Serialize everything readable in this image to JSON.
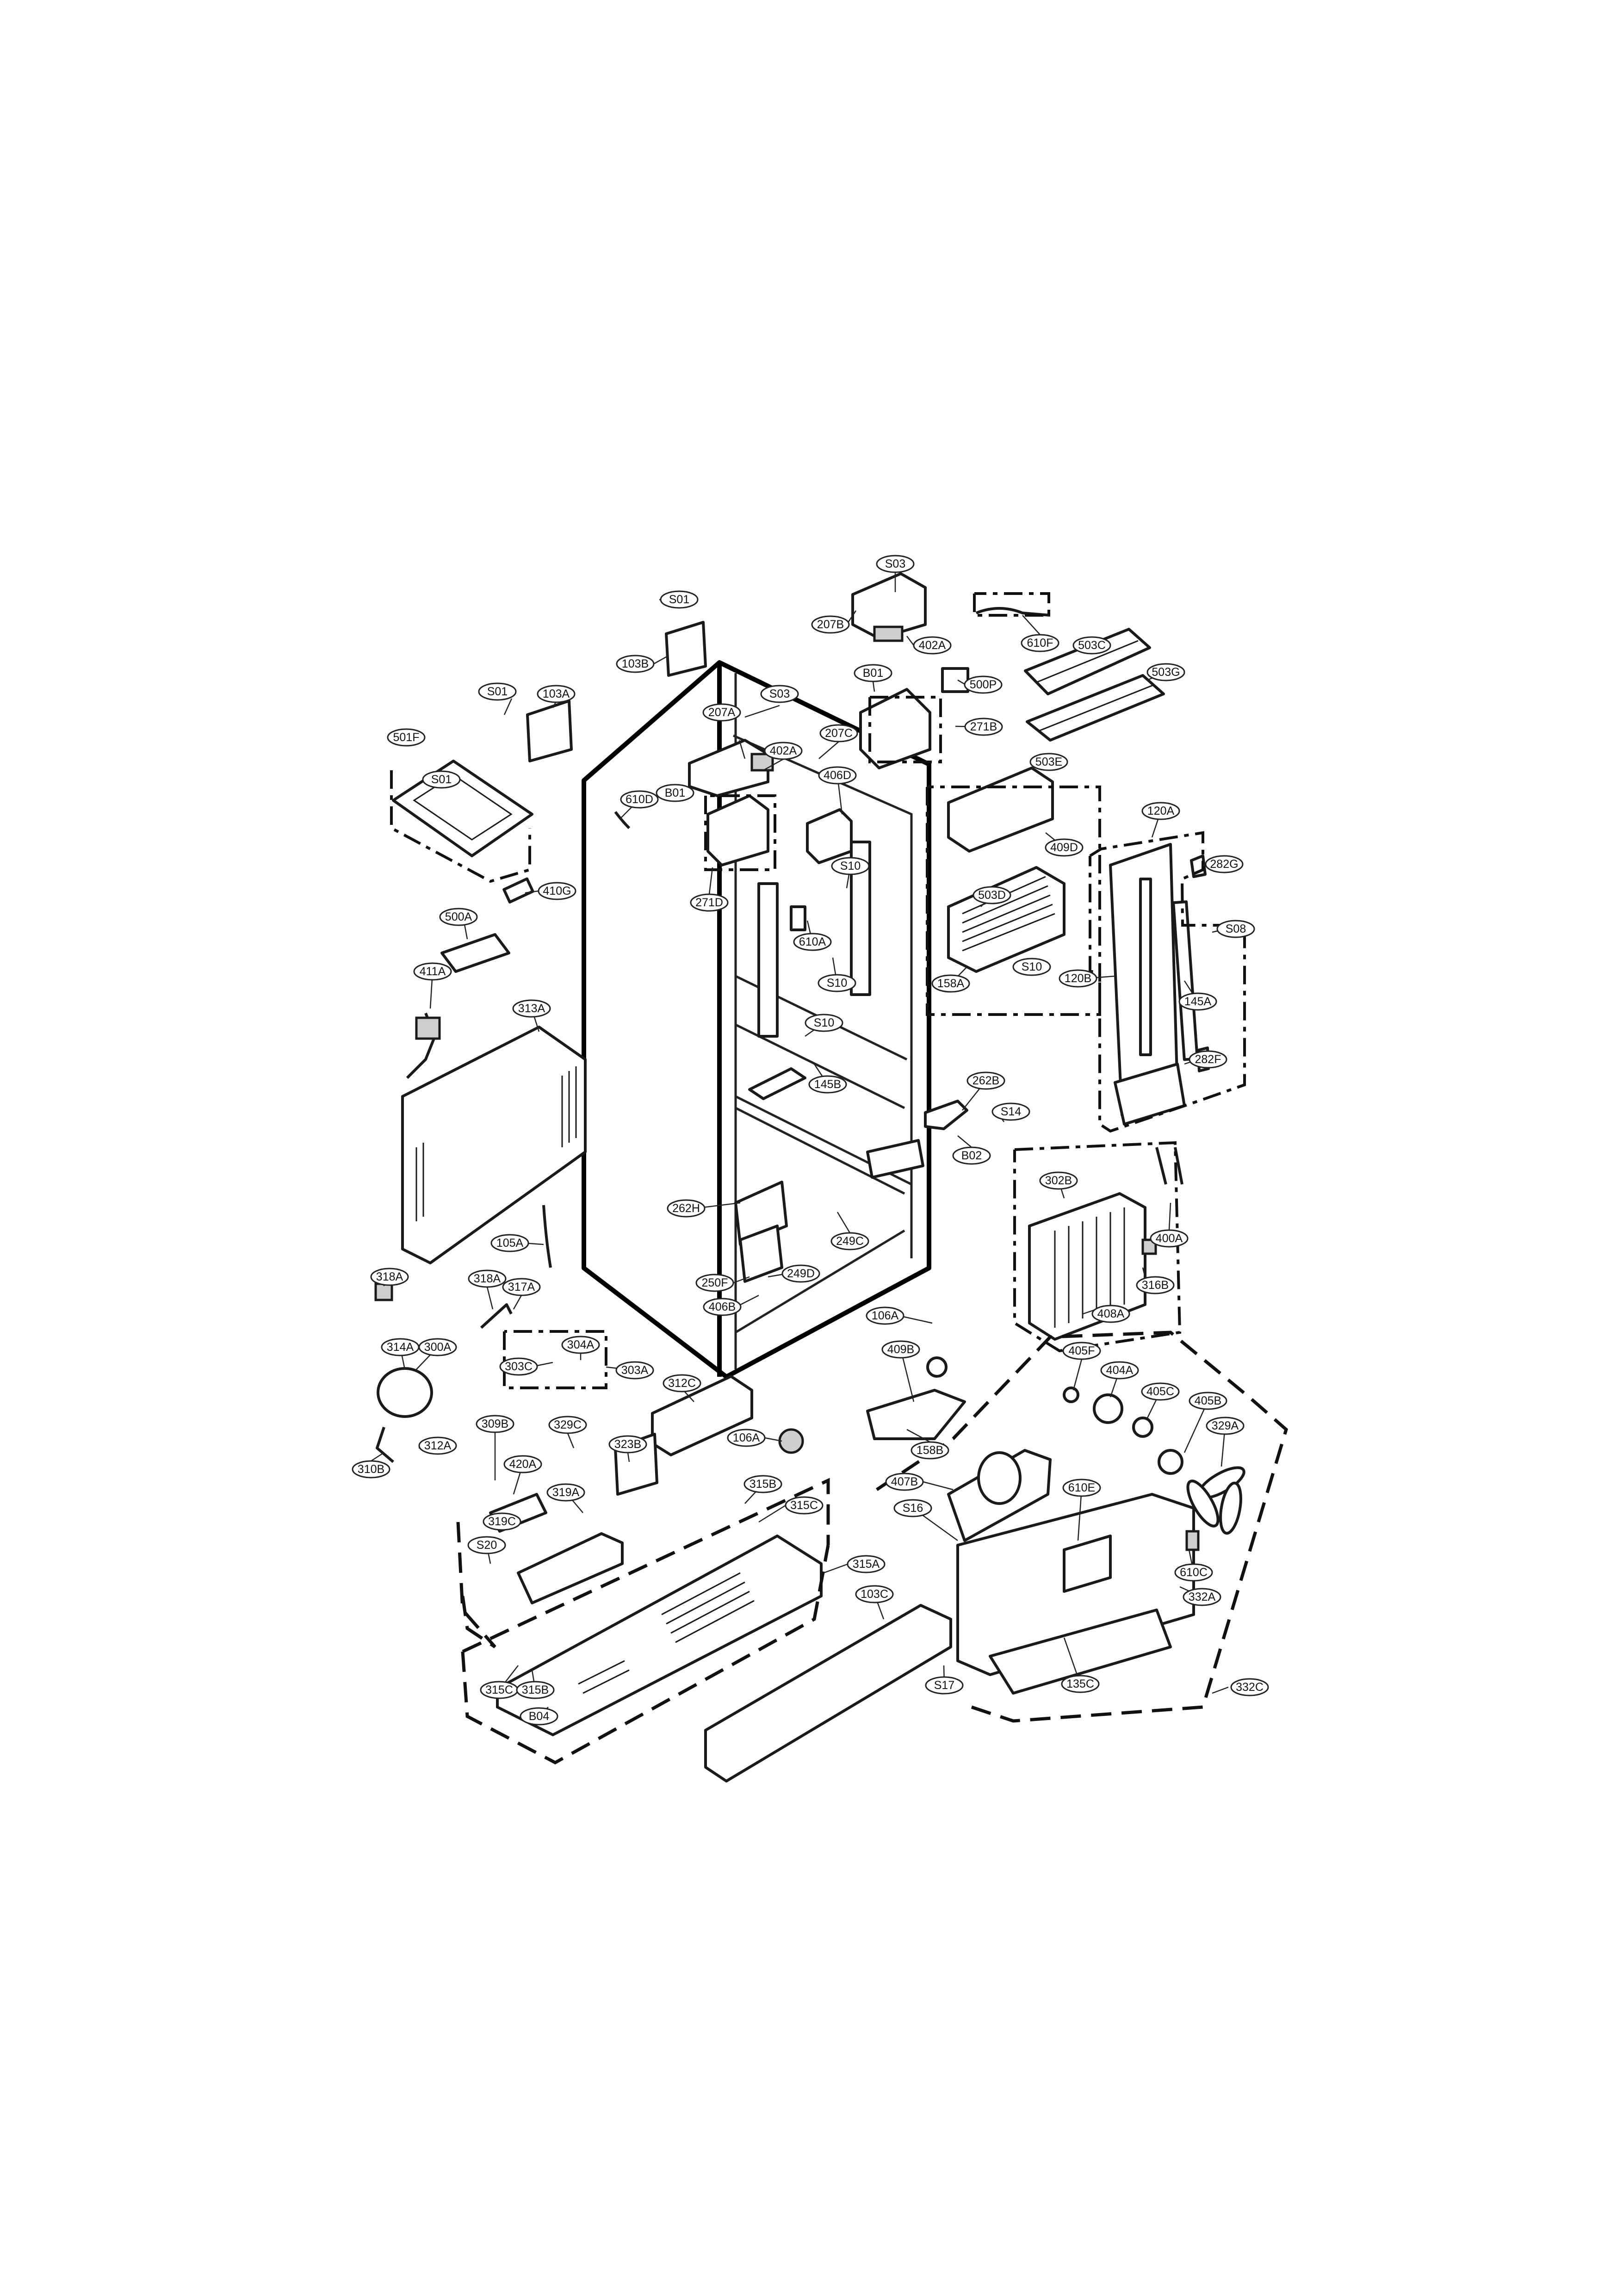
{
  "part_labels": [
    {
      "id": "S03"
    },
    {
      "id": "S01"
    },
    {
      "id": "207B"
    },
    {
      "id": "402A"
    },
    {
      "id": "610F"
    },
    {
      "id": "103B"
    },
    {
      "id": "503C"
    },
    {
      "id": "503G"
    },
    {
      "id": "B01"
    },
    {
      "id": "500P"
    },
    {
      "id": "S01"
    },
    {
      "id": "103A"
    },
    {
      "id": "S03"
    },
    {
      "id": "207A"
    },
    {
      "id": "271B"
    },
    {
      "id": "501F"
    },
    {
      "id": "402A"
    },
    {
      "id": "207C"
    },
    {
      "id": "S01"
    },
    {
      "id": "503E"
    },
    {
      "id": "406D"
    },
    {
      "id": "B01"
    },
    {
      "id": "610D"
    },
    {
      "id": "120A"
    },
    {
      "id": "409D"
    },
    {
      "id": "282G"
    },
    {
      "id": "S10"
    },
    {
      "id": "503D"
    },
    {
      "id": "410G"
    },
    {
      "id": "271D"
    },
    {
      "id": "S08"
    },
    {
      "id": "500A"
    },
    {
      "id": "610A"
    },
    {
      "id": "S10"
    },
    {
      "id": "158A"
    },
    {
      "id": "120B"
    },
    {
      "id": "S10"
    },
    {
      "id": "145A"
    },
    {
      "id": "411A"
    },
    {
      "id": "S10"
    },
    {
      "id": "313A"
    },
    {
      "id": "282F"
    },
    {
      "id": "145B"
    },
    {
      "id": "262B"
    },
    {
      "id": "S14"
    },
    {
      "id": "B02"
    },
    {
      "id": "302B"
    },
    {
      "id": "262H"
    },
    {
      "id": "249C"
    },
    {
      "id": "400A"
    },
    {
      "id": "105A"
    },
    {
      "id": "316B"
    },
    {
      "id": "318A"
    },
    {
      "id": "318A"
    },
    {
      "id": "317A"
    },
    {
      "id": "250F"
    },
    {
      "id": "249D"
    },
    {
      "id": "406B"
    },
    {
      "id": "408A"
    },
    {
      "id": "106A"
    },
    {
      "id": "304A"
    },
    {
      "id": "314A"
    },
    {
      "id": "300A"
    },
    {
      "id": "409B"
    },
    {
      "id": "405F"
    },
    {
      "id": "303C"
    },
    {
      "id": "303A"
    },
    {
      "id": "404A"
    },
    {
      "id": "312C"
    },
    {
      "id": "405C"
    },
    {
      "id": "405B"
    },
    {
      "id": "329C"
    },
    {
      "id": "309B"
    },
    {
      "id": "106A"
    },
    {
      "id": "329A"
    },
    {
      "id": "312A"
    },
    {
      "id": "310B"
    },
    {
      "id": "158B"
    },
    {
      "id": "323B"
    },
    {
      "id": "420A"
    },
    {
      "id": "407B"
    },
    {
      "id": "610E"
    },
    {
      "id": "315B"
    },
    {
      "id": "319A"
    },
    {
      "id": "315C"
    },
    {
      "id": "S16"
    },
    {
      "id": "319C"
    },
    {
      "id": "S20"
    },
    {
      "id": "610C"
    },
    {
      "id": "315A"
    },
    {
      "id": "103C"
    },
    {
      "id": "332A"
    },
    {
      "id": "315C"
    },
    {
      "id": "315B"
    },
    {
      "id": "S17"
    },
    {
      "id": "135C"
    },
    {
      "id": "332C"
    },
    {
      "id": "B04"
    }
  ]
}
